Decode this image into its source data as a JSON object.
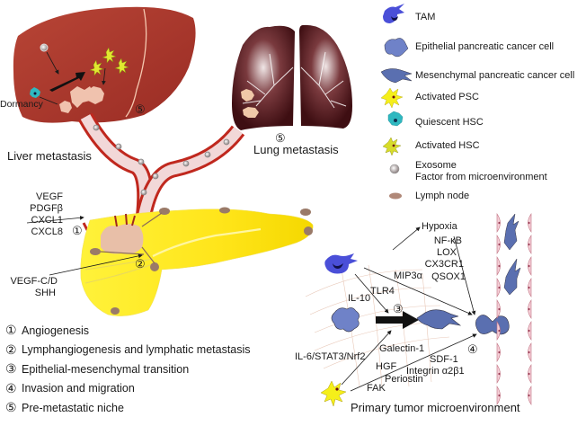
{
  "figure": {
    "organs": {
      "liver_label": "Liver metastasis",
      "lung_label": "Lung metastasis",
      "liver_marker": "⑤",
      "lung_marker": "⑤",
      "dormancy_label": "Dormancy"
    },
    "pancreas_annotations": {
      "angiogenesis_factors": [
        "VEGF",
        "PDGFβ",
        "CXCL1",
        "CXCL8"
      ],
      "angiogenesis_marker": "①",
      "lymph_factors": [
        "VEGF-C/D",
        "SHH"
      ],
      "lymph_marker": "②"
    },
    "microenvironment": {
      "title": "Primary tumor microenvironment",
      "emt_marker": "③",
      "invasion_marker": "④",
      "factors": {
        "hypoxia": "Hypoxia",
        "nfkb_group": [
          "NF-κB",
          "LOX",
          "CX3CR1",
          "QSOX1"
        ],
        "mip3a": "MIP3α",
        "tlr4": "TLR4",
        "il10": "IL-10",
        "il6": "IL-6/STAT3/Nrf2",
        "galectin": "Galectin-1",
        "sdf1": "SDF-1",
        "integrin": "Integrin α2β1",
        "hgf": "HGF",
        "periostin": "Periostin",
        "fak": "FAK"
      }
    },
    "legend": [
      {
        "icon": "tam-cell-icon",
        "label": "TAM",
        "color": "#4a4fd8"
      },
      {
        "icon": "epithelial-cell-icon",
        "label": "Epithelial pancreatic cancer cell",
        "color": "#6f82c8"
      },
      {
        "icon": "mesenchymal-cell-icon",
        "label": "Mesenchymal pancreatic cancer cell",
        "color": "#5a6fb0"
      },
      {
        "icon": "activated-psc-icon",
        "label": "Activated PSC",
        "color": "#f5ef1a"
      },
      {
        "icon": "quiescent-hsc-icon",
        "label": "Quiescent HSC",
        "color": "#2fb8c0"
      },
      {
        "icon": "activated-hsc-icon",
        "label": "Activated HSC",
        "color": "#d7dc2a"
      },
      {
        "icon": "exosome-icon",
        "label": "Exosome",
        "label2": "Factor from microenvironment",
        "color": "#a89c9c"
      },
      {
        "icon": "lymph-node-icon",
        "label": "Lymph node",
        "color": "#9a7a68"
      }
    ],
    "processes": [
      {
        "num": "①",
        "label": "Angiogenesis"
      },
      {
        "num": "②",
        "label": "Lymphangiogenesis and lymphatic metastasis"
      },
      {
        "num": "③",
        "label": "Epithelial-mesenchymal transition"
      },
      {
        "num": "④",
        "label": "Invasion and migration"
      },
      {
        "num": "⑤",
        "label": "Pre-metastatic niche"
      }
    ],
    "colors": {
      "liver": "#a8342a",
      "lung": "#4a1418",
      "pancreas": "#f7ea1c",
      "vessel": "#c0281e",
      "vessel_inner": "#f2d8d8",
      "tumor": "#e8bfa8"
    }
  }
}
